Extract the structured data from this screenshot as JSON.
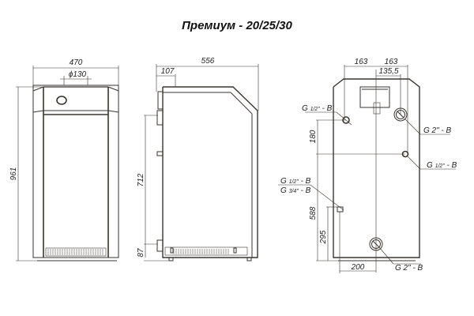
{
  "title": "Премиум - 20/25/30",
  "front_view": {
    "width": "470",
    "flue_diameter": "ϕ130",
    "height": "961"
  },
  "side_view": {
    "depth": "556",
    "flue_offset": "107",
    "connection_height": "712",
    "bottom_offset": "87"
  },
  "rear_view": {
    "left_offset": "163",
    "right_offset": "163",
    "flue_offset": "135,5",
    "vertical_spacing": "180",
    "height_upper": "588",
    "height_lower": "295",
    "bottom_offset": "200",
    "connections": {
      "top_left": {
        "main": "G ",
        "frac": "1/2\"",
        "suffix": " - B"
      },
      "top_right": "G 2\" - B",
      "mid_right": {
        "main": "G ",
        "frac": "1/2\"",
        "suffix": " - B"
      },
      "left_1": {
        "main": "G ",
        "frac": "1/2\"",
        "suffix": " - B"
      },
      "left_2": {
        "main": "G ",
        "frac": "3/4\"",
        "suffix": " - B"
      },
      "bottom": "G 2\" - B"
    }
  },
  "colors": {
    "line": "#3a3530",
    "text": "#222222"
  }
}
